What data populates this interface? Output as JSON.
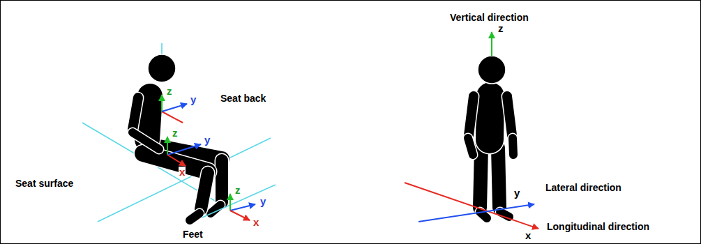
{
  "diagram": {
    "labels": [
      "Vertical direction",
      "z",
      "z",
      "y",
      "Seat back",
      "z",
      "y",
      "x",
      "Seat surface",
      "z",
      "y",
      "x",
      "Feet",
      "y",
      "Lateral direction",
      "Longitudinal direction",
      "x"
    ]
  }
}
